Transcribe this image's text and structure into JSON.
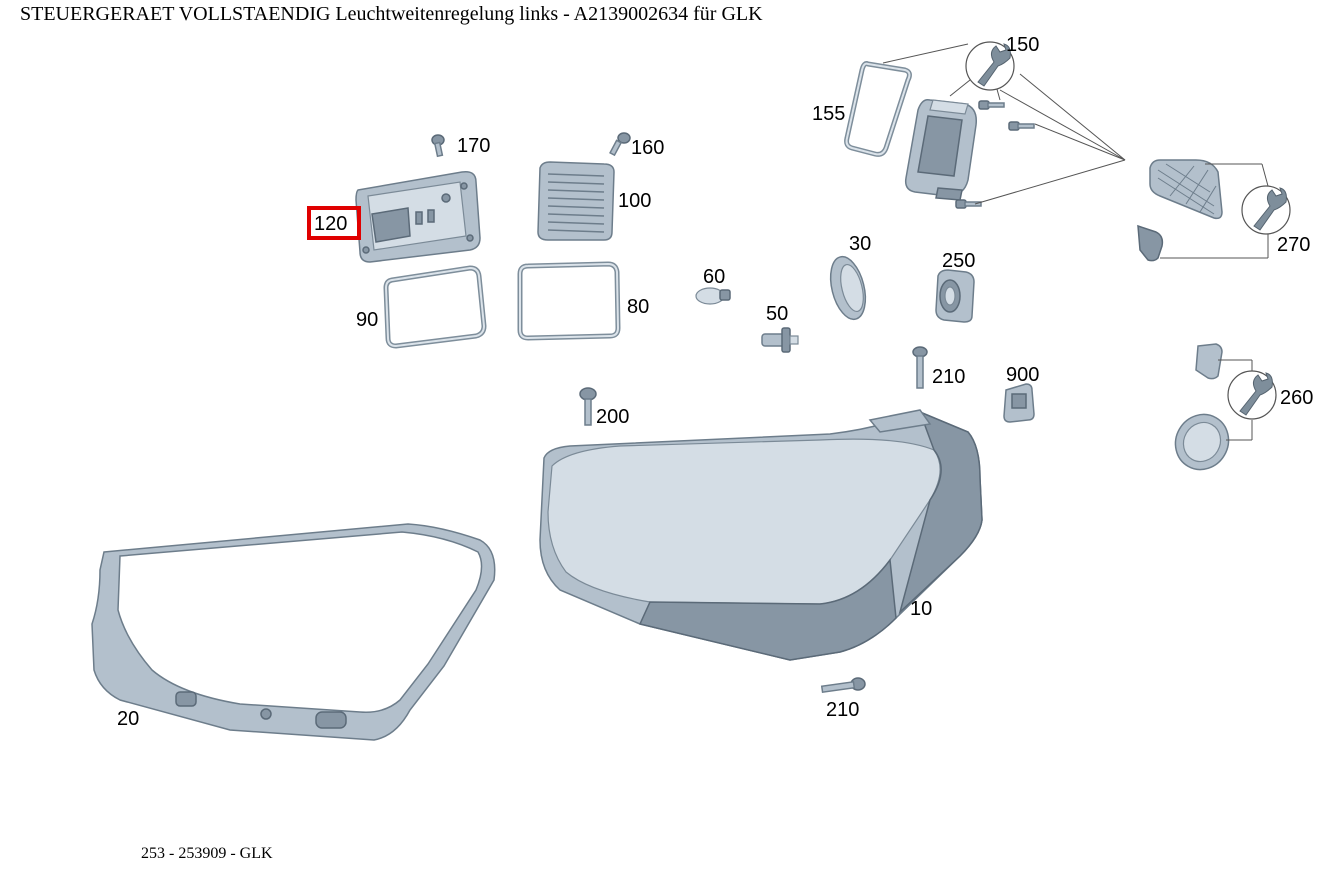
{
  "title": "STEUERGERAET VOLLSTAENDIG Leuchtweitenregelung links - A2139002634 für GLK",
  "footer": "253 - 253909 - GLK",
  "highlight_color": "#e00000",
  "parts": [
    {
      "id": "p150",
      "label": "150"
    },
    {
      "id": "p155",
      "label": "155"
    },
    {
      "id": "p170",
      "label": "170"
    },
    {
      "id": "p160",
      "label": "160"
    },
    {
      "id": "p120",
      "label": "120",
      "highlighted": true
    },
    {
      "id": "p100",
      "label": "100"
    },
    {
      "id": "p270",
      "label": "270"
    },
    {
      "id": "p30",
      "label": "30"
    },
    {
      "id": "p250",
      "label": "250"
    },
    {
      "id": "p60",
      "label": "60"
    },
    {
      "id": "p90",
      "label": "90"
    },
    {
      "id": "p80",
      "label": "80"
    },
    {
      "id": "p50",
      "label": "50"
    },
    {
      "id": "p210a",
      "label": "210"
    },
    {
      "id": "p900",
      "label": "900"
    },
    {
      "id": "p260",
      "label": "260"
    },
    {
      "id": "p200",
      "label": "200"
    },
    {
      "id": "p10",
      "label": "10"
    },
    {
      "id": "p20",
      "label": "20"
    },
    {
      "id": "p210b",
      "label": "210"
    }
  ],
  "icons": [
    "wrench-icon"
  ]
}
